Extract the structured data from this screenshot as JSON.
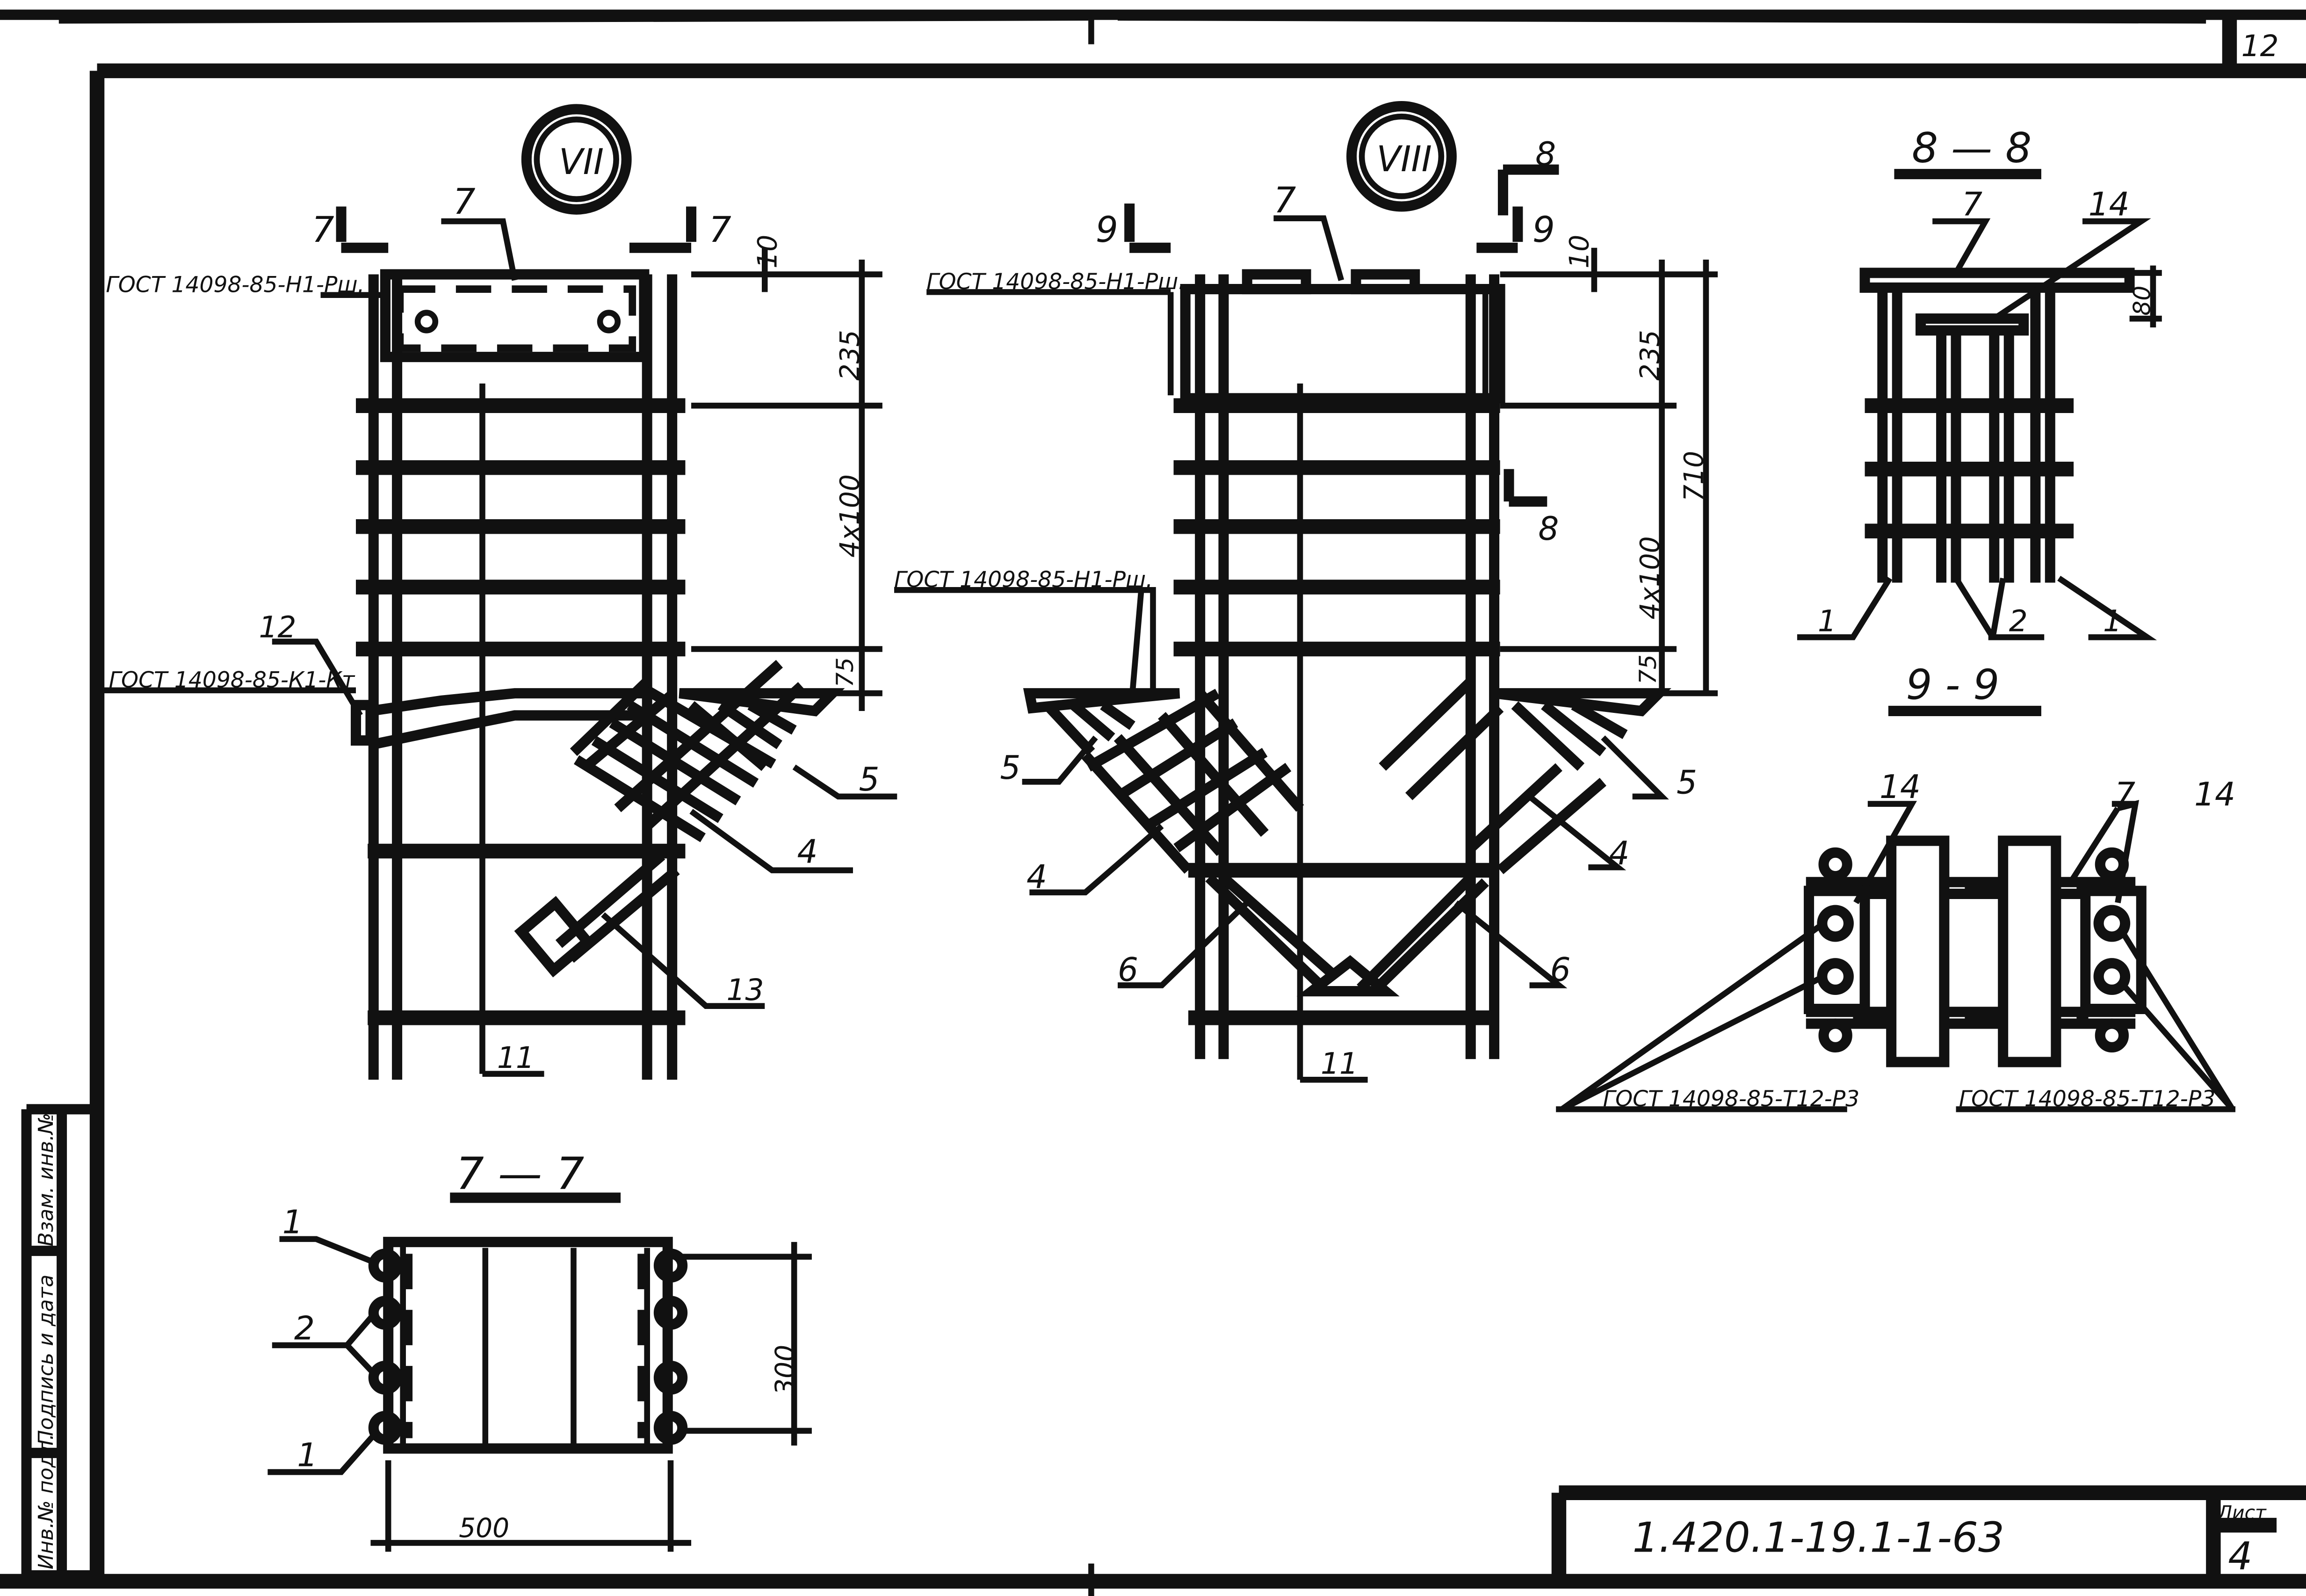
{
  "sheet": {
    "corner_number": "12",
    "code": "1.420.1-19.1-1-63",
    "sheet_label": "Лист",
    "sheet_number": "4"
  },
  "side_stamp": {
    "inv_orig": "Инв.№ подл.",
    "signature_date": "Подпись и дата",
    "inv_repl": "Взам. инв.№"
  },
  "views": {
    "vii": {
      "node_label": "VII",
      "cut_label": "7",
      "ref_weld_top": "ГОСТ 14098-85-Н1-Рш.",
      "ref_weld_side": "ГОСТ 14098-85-К1-Кт",
      "dims": [
        "10",
        "235",
        "4х100",
        "75"
      ],
      "marks": {
        "m7": "7",
        "m12": "12",
        "m5": "5",
        "m4": "4",
        "m13": "13",
        "m11": "11"
      }
    },
    "viii": {
      "node_label": "VIII",
      "cut_label_9": "9",
      "cut_label_8": "8",
      "ref_weld_top": "ГОСТ 14098-85-Н1-Рш.",
      "ref_weld_mid": "ГОСТ 14098-85-Н1-Рш.",
      "dims": [
        "10",
        "235",
        "4х100",
        "75",
        "710"
      ],
      "marks": {
        "m7": "7",
        "m5l": "5",
        "m5r": "5",
        "m4l": "4",
        "m4r": "4",
        "m6l": "6",
        "m6r": "6",
        "m11": "11"
      }
    },
    "s77": {
      "title": "7 — 7",
      "dims": [
        "300",
        "500"
      ],
      "marks": {
        "m1a": "1",
        "m2": "2",
        "m1b": "1"
      }
    },
    "s88": {
      "title": "8 — 8",
      "dims": [
        "80"
      ],
      "marks": {
        "m7": "7",
        "m14": "14",
        "m1l": "1",
        "m2": "2",
        "m1r": "1"
      }
    },
    "s99": {
      "title": "9 - 9",
      "ref_left": "ГОСТ 14098-85-Т12-Р3",
      "ref_right": "ГОСТ 14098-85-Т12-Р3",
      "marks": {
        "m14l": "14",
        "m7": "7",
        "m14r": "14"
      }
    }
  }
}
